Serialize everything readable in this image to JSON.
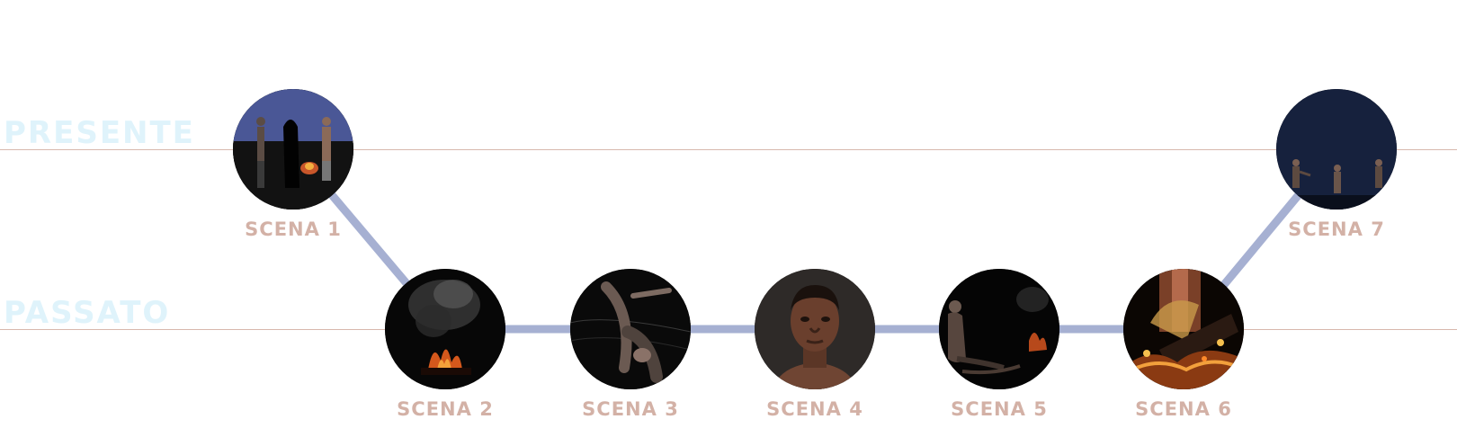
{
  "rows": {
    "present_label": "PRESENTE",
    "past_label": "PASSATO"
  },
  "colors": {
    "row_label": "#dff3fb",
    "guide_line": "#d8b8ad",
    "connector": "#a6b0d2",
    "scene_label": "#d3b1a6"
  },
  "scenes": [
    {
      "id": 1,
      "label": "SCENA 1",
      "row": "present",
      "icon": "campfire-night-people-icon"
    },
    {
      "id": 2,
      "label": "SCENA 2",
      "row": "past",
      "icon": "smoke-fire-icon"
    },
    {
      "id": 3,
      "label": "SCENA 3",
      "row": "past",
      "icon": "dark-hands-icon"
    },
    {
      "id": 4,
      "label": "SCENA 4",
      "row": "past",
      "icon": "man-portrait-icon"
    },
    {
      "id": 5,
      "label": "SCENA 5",
      "row": "past",
      "icon": "dark-figure-fire-icon"
    },
    {
      "id": 6,
      "label": "SCENA 6",
      "row": "past",
      "icon": "burning-wood-icon"
    },
    {
      "id": 7,
      "label": "SCENA 7",
      "row": "present",
      "icon": "night-figures-icon"
    }
  ]
}
